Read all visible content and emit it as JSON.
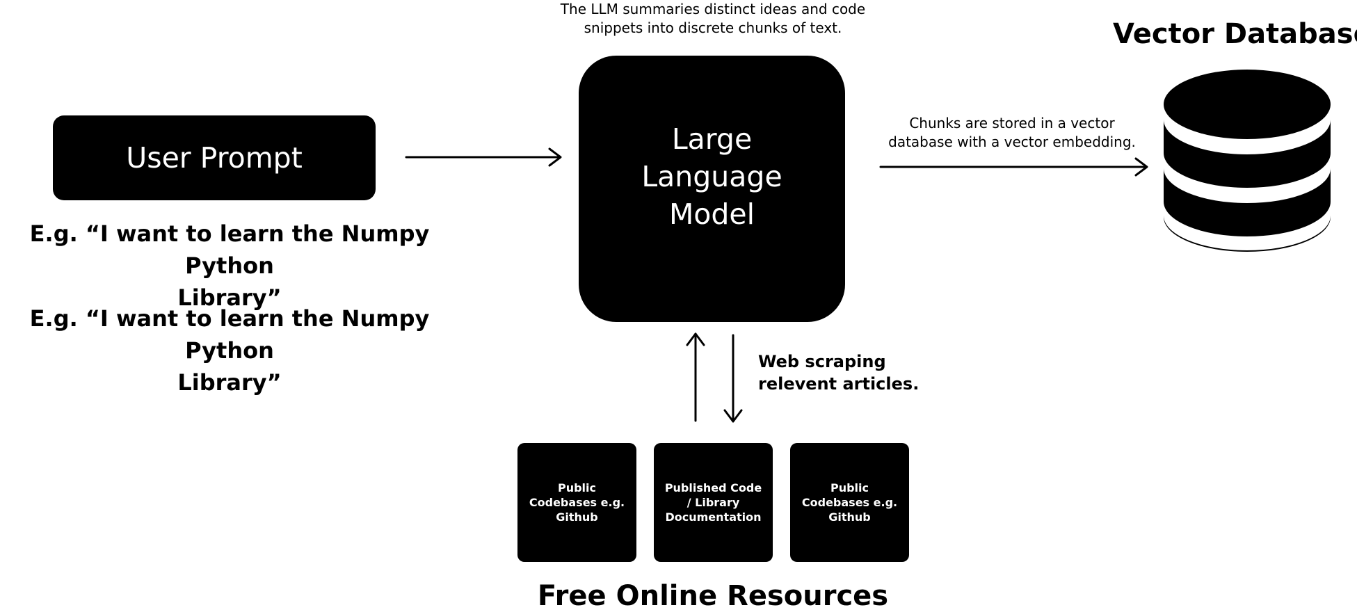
{
  "user_prompt": {
    "label": "User Prompt"
  },
  "examples": [
    {
      "line1": "E.g.   “I want to learn the Numpy Python",
      "line2": "Library”"
    },
    {
      "line1": "E.g.   “I want to learn the Numpy Python",
      "line2": "Library”"
    }
  ],
  "llm": {
    "label": "Large Language Model",
    "caption_line1": "The LLM summaries distinct ideas and code",
    "caption_line2": "snippets into discrete chunks of text."
  },
  "vector_db": {
    "title": "Vector Database",
    "caption_line1": "Chunks are stored in a vector",
    "caption_line2": "database with a vector embedding."
  },
  "web_scraping": {
    "line1": "Web scraping",
    "line2": "relevent articles."
  },
  "resources": {
    "title": "Free Online Resources",
    "items": [
      {
        "label": "Public Codebases e.g. Github"
      },
      {
        "label": "Published Code / Library Documentation"
      },
      {
        "label": "Public Codebases e.g. Github"
      }
    ]
  },
  "colors": {
    "ink": "#000000",
    "background": "#ffffff"
  }
}
